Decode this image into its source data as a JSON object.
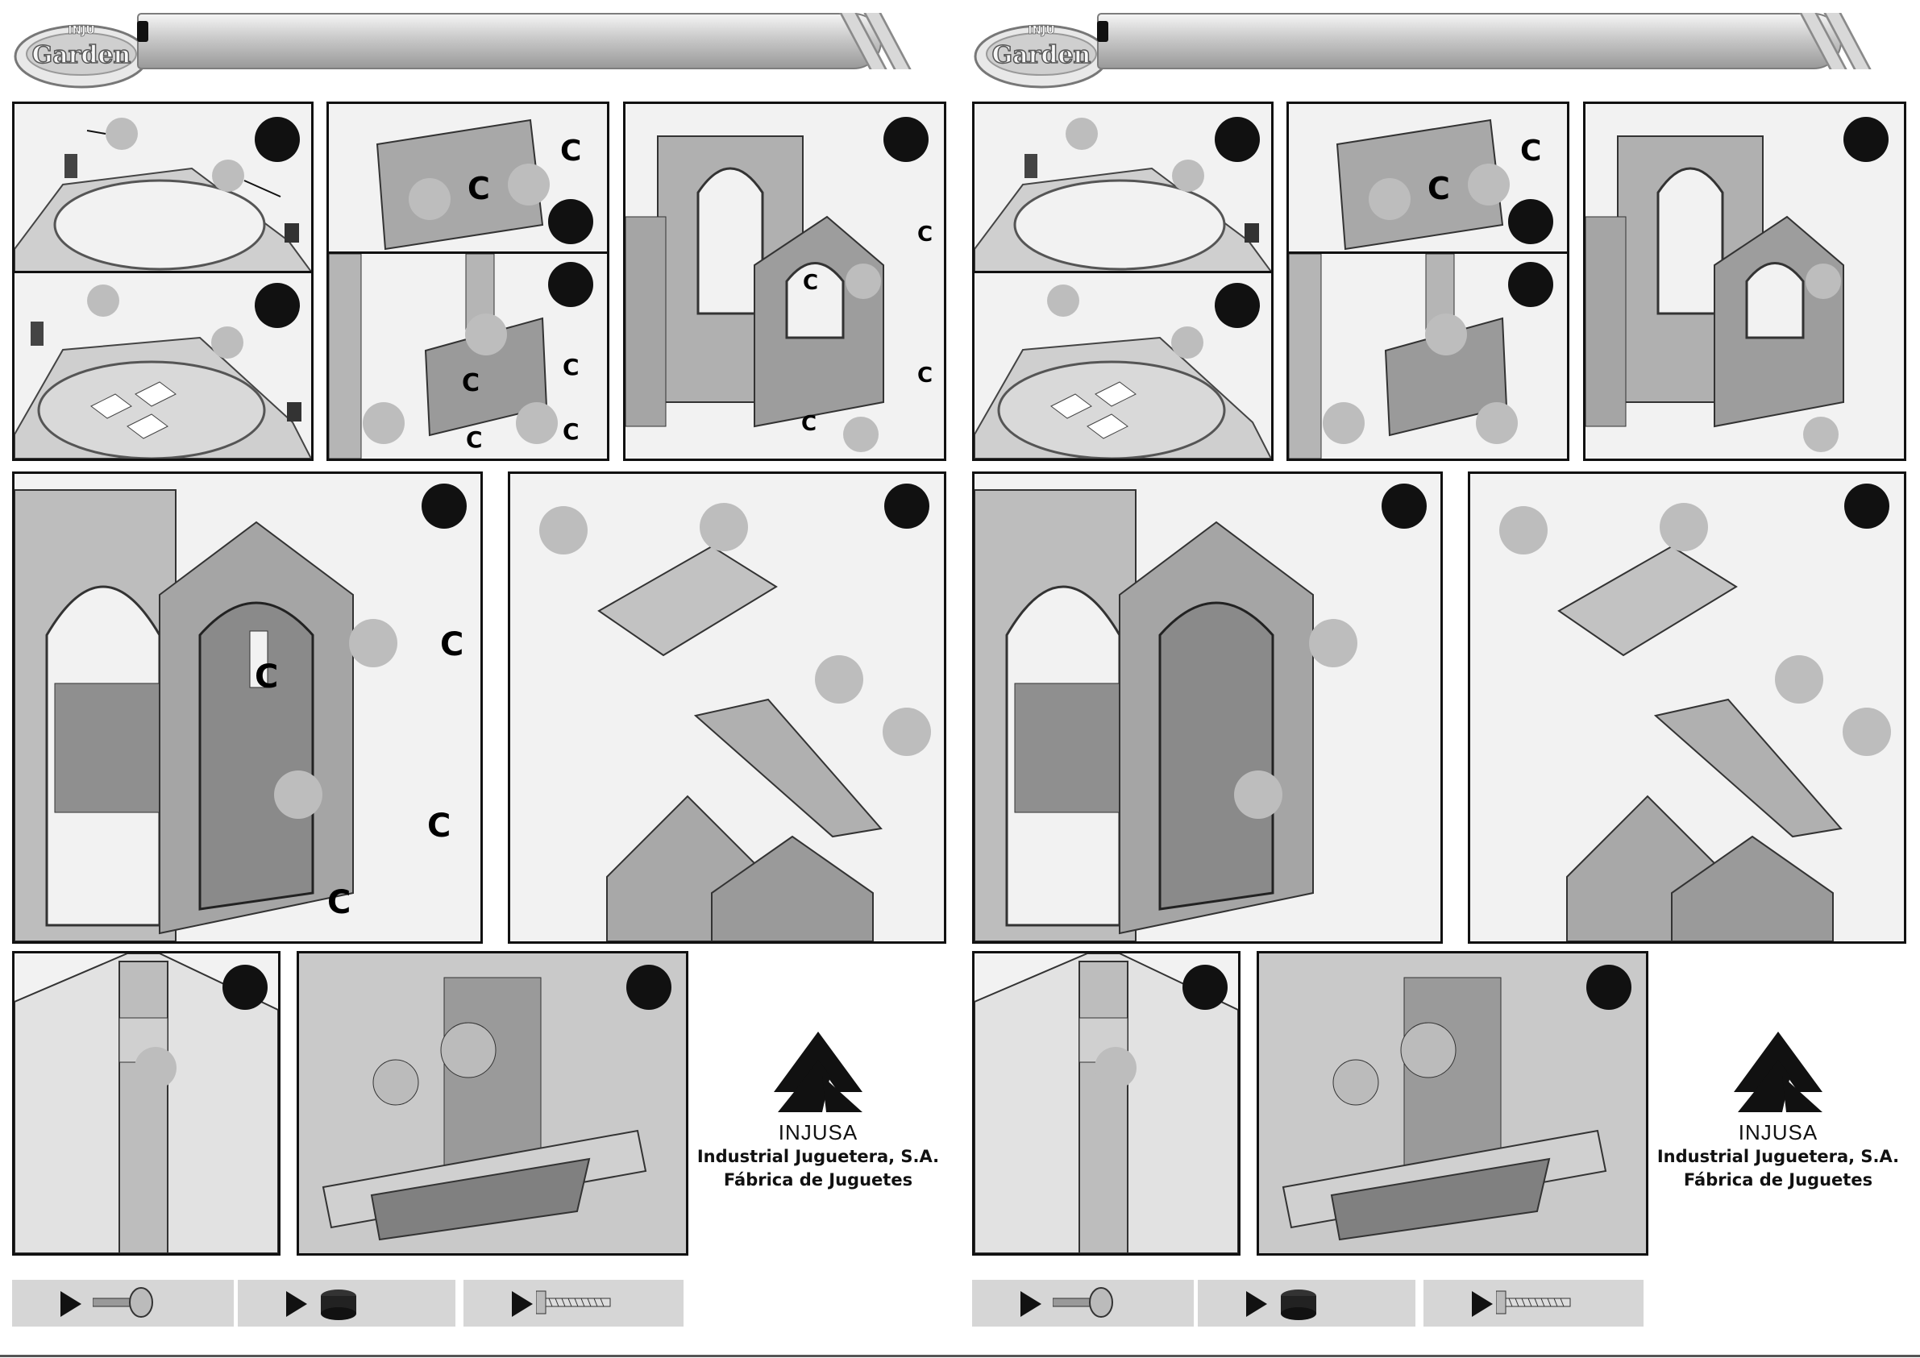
{
  "brand": {
    "logo_text": "Garden",
    "logo_small_text": "INJU",
    "company": "INJUSA",
    "line1": "Industrial Juguetera, S.A.",
    "line2": "Fábrica de Juguetes"
  },
  "legend": {
    "items": [
      {
        "icon": "bolt-icon"
      },
      {
        "icon": "cap-nut-icon"
      },
      {
        "icon": "screw-icon"
      }
    ]
  },
  "colors": {
    "panel_bg": "#f2f2f2",
    "part_gray": "#9a9a9a",
    "callout_gray": "#bdbdbd",
    "step_badge": "#111111",
    "legend_bg": "#d6d6d6"
  }
}
